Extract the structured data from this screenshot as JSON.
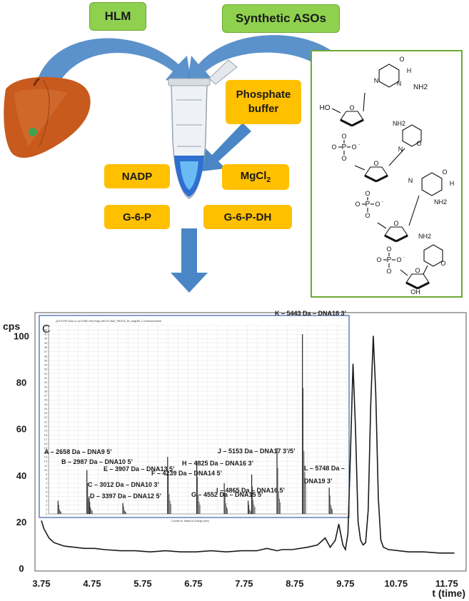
{
  "boxes": {
    "hlm": "HLM",
    "synthetic_asos": "Synthetic ASOs",
    "buffer_line1": "Phosphate",
    "buffer_line2": "buffer",
    "nadp": "NADP",
    "mgcl_base": "MgCl",
    "mgcl_sub": "2",
    "g6p": "G-6-P",
    "g6pdh": "G-6-P-DH"
  },
  "structure_labels": {
    "oxygen": "O",
    "nitrogen": "N",
    "hydrogen": "H",
    "amine": "NH",
    "amine_sub": "2",
    "hydroxyl_5": "HO",
    "hydroxyl_3": "OH",
    "phosphorus": "P",
    "oxide": "O"
  },
  "colors": {
    "green": "#8fd14f",
    "orange": "#ffc000",
    "arrow_blue": "#4a86c5",
    "liver": "#c85a1e",
    "trace": "#1a1a1a"
  },
  "chart_data": {
    "type": "line",
    "ylabel": "cps",
    "xlabel": "t (time)",
    "panel_letter": "C",
    "xlim": [
      3.75,
      11.95
    ],
    "ylim": [
      0,
      110
    ],
    "x_ticks": [
      3.75,
      4.75,
      5.75,
      6.75,
      7.75,
      8.75,
      9.75,
      10.75,
      11.75
    ],
    "x_tick_labels": [
      "3.75",
      "4.75",
      "5.75",
      "6.75",
      "7.75",
      "8.75",
      "9.75",
      "10.75",
      "11.75"
    ],
    "y_ticks": [
      0,
      20,
      40,
      60,
      80,
      100
    ],
    "y_tick_labels": [
      "0",
      "20",
      "40",
      "60",
      "80",
      "100"
    ],
    "series": [
      {
        "x": [
          3.75,
          3.8,
          3.9,
          4.0,
          4.2,
          4.4,
          4.6,
          4.8,
          5.0,
          5.3,
          5.6,
          5.9,
          6.2,
          6.5,
          6.8,
          7.1,
          7.4,
          7.7,
          8.0,
          8.2,
          8.4,
          8.5,
          8.7,
          9.0,
          9.2,
          9.35,
          9.45,
          9.55,
          9.62,
          9.7,
          9.75,
          9.8,
          9.85,
          9.9,
          9.95,
          10.0,
          10.05,
          10.1,
          10.15,
          10.2,
          10.25,
          10.3,
          10.35,
          10.4,
          10.45,
          10.5,
          10.6,
          10.8,
          11.0,
          11.3,
          11.6,
          11.9
        ],
        "y": [
          20.5,
          17,
          13,
          11,
          9.5,
          9,
          8.5,
          8.5,
          8,
          7.5,
          7.5,
          7,
          7.5,
          7,
          7,
          7.5,
          7,
          7.5,
          7.5,
          8.5,
          7.5,
          8,
          8,
          9,
          10,
          13,
          9,
          12,
          19,
          10,
          8,
          15,
          50,
          88,
          60,
          20,
          12,
          10,
          11,
          25,
          70,
          100,
          75,
          30,
          12,
          9,
          8,
          7.5,
          7,
          7,
          6.5,
          6.5
        ]
      }
    ],
    "inset": {
      "header": "y10^3 ESI Scan (1 (or 5.982 min) Frag=180.0V dna7_P6OC6_5e_frag180_1.d Deconvoluted",
      "xlabel": "Counts vs. Mass-to-Charge (m/z)",
      "y_tick_labels": [
        "0",
        "1",
        "2",
        "3",
        "4",
        "5",
        "6",
        "7",
        "8",
        "9",
        "10",
        "11",
        "12",
        "13",
        "14",
        "15",
        "16",
        "17",
        "18",
        "19",
        "20",
        "21",
        "22",
        "23",
        "24",
        "25",
        "26",
        "27",
        "28",
        "29",
        "30",
        "31",
        "32",
        "33",
        "34",
        "35",
        "36",
        "37",
        "38",
        "39",
        "40",
        "41",
        "42",
        "43"
      ],
      "annotations": [
        "A – 2658 Da – DNA9 5’",
        "B – 2987 Da – DNA10 5’",
        "C – 3012 Da – DNA10 3’",
        "D – 3397 Da – DNA12 5’",
        "E – 3907 Da – DNA13 5’",
        "F – 4239 Da – DNA14 5’",
        "G – 4552 Da – DNA15 5’",
        "H – 4825 Da – DNA16 3’",
        "I – 4865 Da – DNA16 5’",
        "J – 5153 Da – DNA17 3’/5’",
        "K – 5443 Da – DNA18 3’",
        "L – 5748 Da –",
        "DNA19 3’"
      ],
      "peaks": [
        {
          "mass": 2658,
          "value": 3
        },
        {
          "mass": 2987,
          "value": 10
        },
        {
          "mass": 3012,
          "value": 4
        },
        {
          "mass": 3397,
          "value": 2.5
        },
        {
          "mass": 3907,
          "value": 13
        },
        {
          "mass": 4239,
          "value": 12
        },
        {
          "mass": 4552,
          "value": 7
        },
        {
          "mass": 4825,
          "value": 3
        },
        {
          "mass": 4865,
          "value": 9
        },
        {
          "mass": 5153,
          "value": 15
        },
        {
          "mass": 5443,
          "value": 41
        },
        {
          "mass": 5748,
          "value": 6
        }
      ]
    }
  }
}
